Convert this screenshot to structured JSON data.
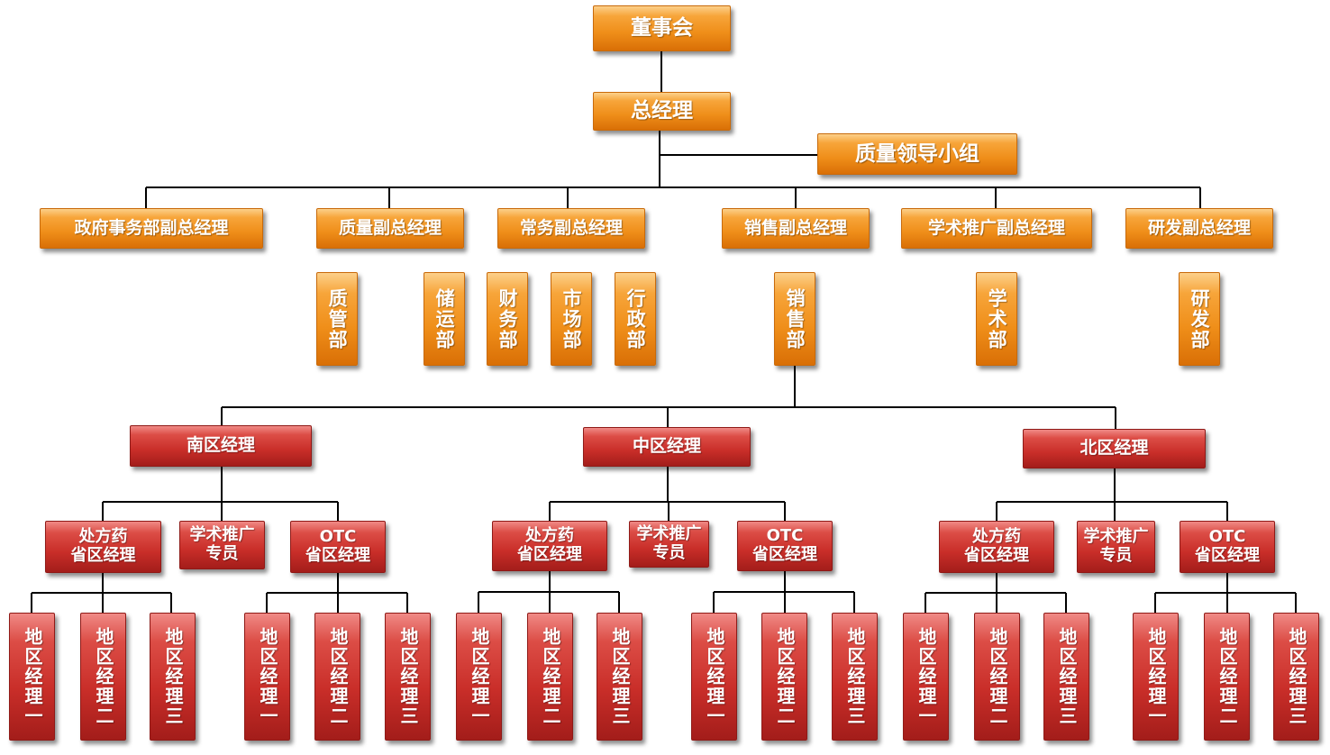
{
  "board": "董事会",
  "general_manager": "总经理",
  "quality_group": "质量领导小组",
  "vps": {
    "gov": "政府事务部副总经理",
    "quality": "质量副总经理",
    "general": "常务副总经理",
    "sales": "销售副总经理",
    "academic": "学术推广副总经理",
    "rnd": "研发副总经理"
  },
  "departments": {
    "quality_mgmt": "质管部",
    "storage": "储运部",
    "finance": "财务部",
    "market": "市场部",
    "admin": "行政部",
    "sales": "销售部",
    "academic": "学术部",
    "rnd": "研发部"
  },
  "regions": {
    "south": "南区经理",
    "central": "中区经理",
    "north": "北区经理"
  },
  "sub_roles": {
    "rx_line1": "处方药",
    "rx_line2": "省区经理",
    "promo_line1": "学术推广",
    "promo_line2": "专员",
    "otc_line1": "OTC",
    "otc_line2": "省区经理"
  },
  "area_managers": {
    "one": "地区经理一",
    "two": "地区经理二",
    "three": "地区经理三"
  }
}
